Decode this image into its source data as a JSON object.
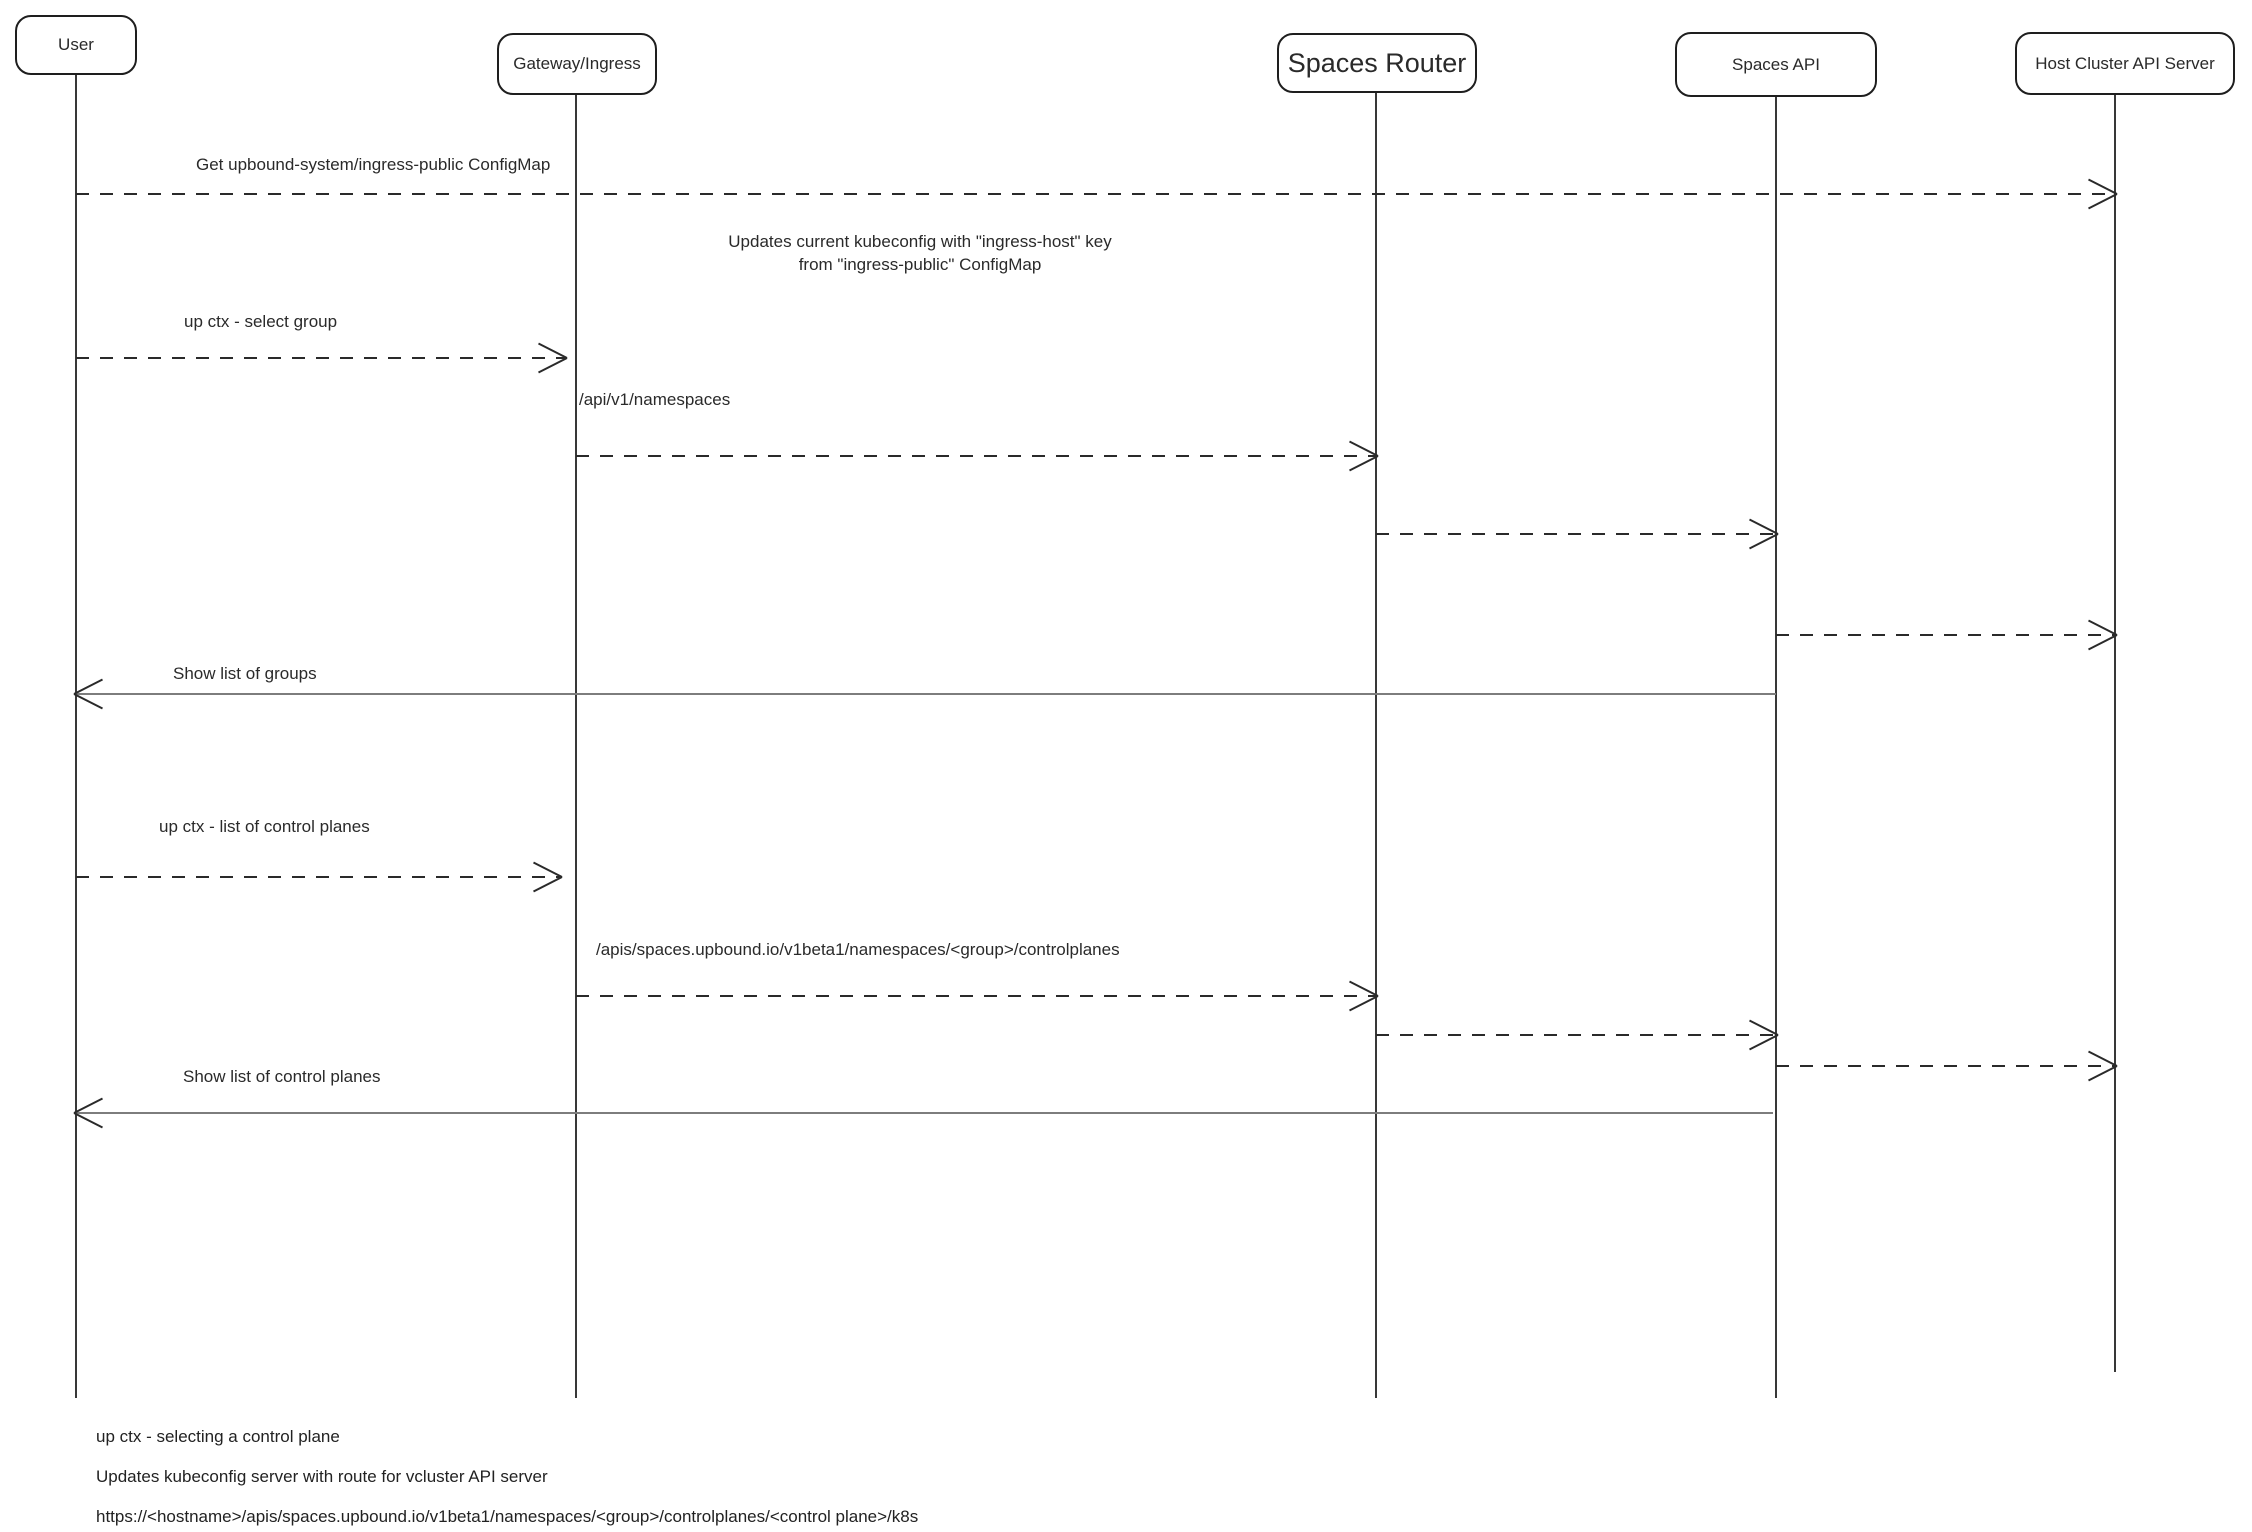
{
  "colors": {
    "stroke": "#1e1e1e",
    "background": "#ffffff"
  },
  "actors": [
    {
      "label": "User"
    },
    {
      "label": "Gateway/Ingress"
    },
    {
      "label": "Spaces Router"
    },
    {
      "label": "Spaces API"
    },
    {
      "label": "Host Cluster API Server"
    }
  ],
  "messages": {
    "get_configmap": "Get upbound-system/ingress-public ConfigMap",
    "select_group": "up ctx - select group",
    "namespaces_api": "/api/v1/namespaces",
    "show_groups": "Show list of groups",
    "list_control_planes": "up ctx - list of control planes",
    "controlplanes_api": "/apis/spaces.upbound.io/v1beta1/namespaces/<group>/controlplanes",
    "show_control_planes": "Show list of control planes"
  },
  "note": {
    "line1": "Updates current kubeconfig with \"ingress-host\" key",
    "line2": "from \"ingress-public\" ConfigMap"
  },
  "footer": {
    "line1": "up ctx - selecting a control plane",
    "line2": "Updates kubeconfig server with route for vcluster API server",
    "line3": "https://<hostname>/apis/spaces.upbound.io/v1beta1/namespaces/<group>/controlplanes/<control plane>/k8s"
  }
}
